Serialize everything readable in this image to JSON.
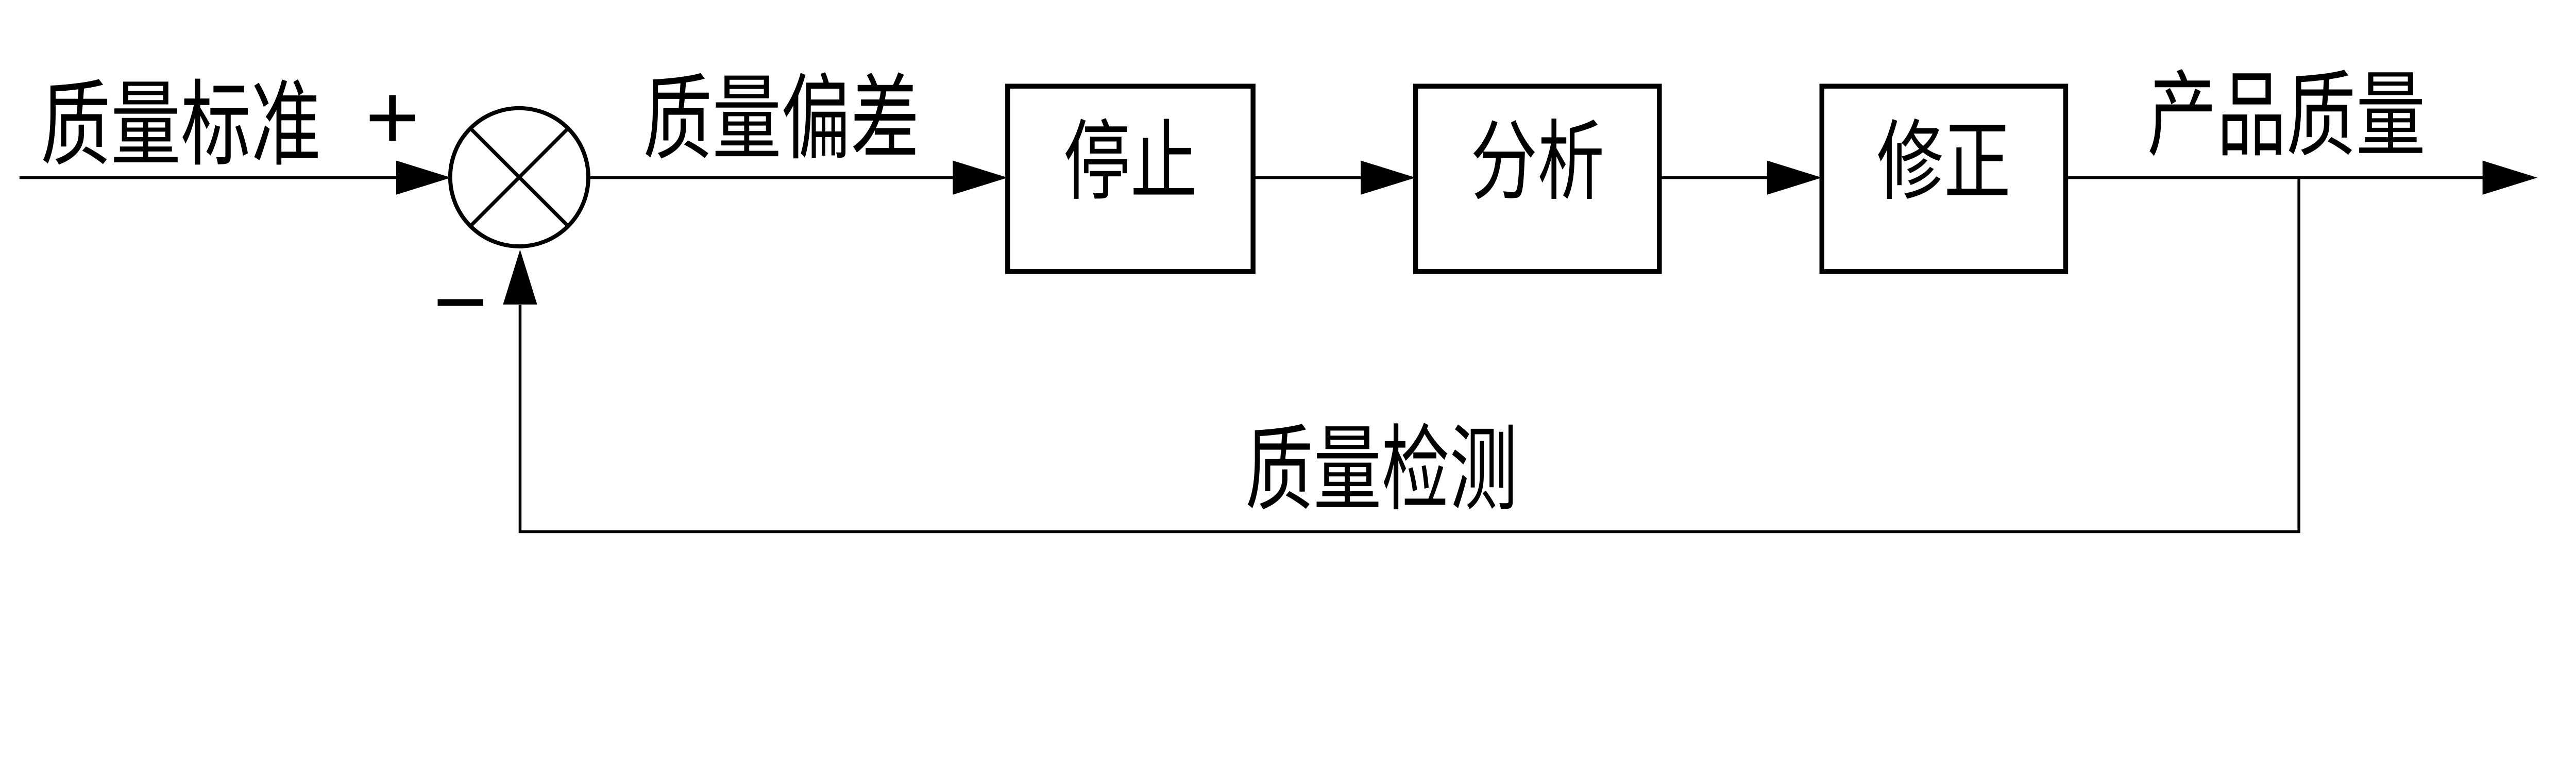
{
  "diagram": {
    "background_color": "#ffffff",
    "line_color": "#000000",
    "input_label": "质量标准",
    "plus_sign": "+",
    "minus_sign": "−",
    "deviation_label": "质量偏差",
    "boxes": [
      {
        "label": "停止"
      },
      {
        "label": "分析"
      },
      {
        "label": "修正"
      }
    ],
    "output_label": "产品质量",
    "feedback_label": "质量检测"
  }
}
